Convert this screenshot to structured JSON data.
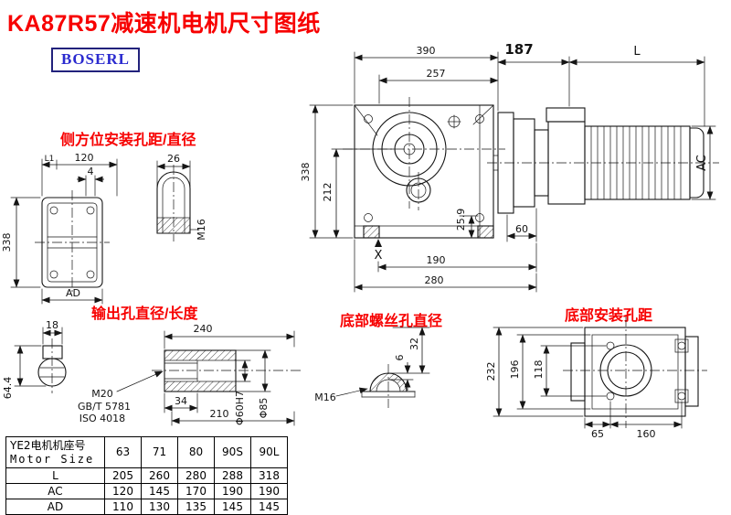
{
  "page": {
    "title": "KA87R57减速机电机尺寸图纸",
    "brand": "BOSERL"
  },
  "sections": {
    "side_mount_label": "侧方位安装孔距/直径",
    "output_label": "输出孔直径/长度",
    "bottom_screw_label": "底部螺丝孔直径",
    "bottom_mount_label": "底部安装孔距"
  },
  "main_view": {
    "dim_390": "390",
    "dim_257": "257",
    "dim_187": "187",
    "dim_L": "L",
    "dim_338": "338",
    "dim_212": "212",
    "dim_AC": "AC",
    "dim_259": "25.9",
    "dim_60": "60",
    "dim_190": "190",
    "dim_280": "280",
    "dim_X": "X"
  },
  "side_view": {
    "dim_L1": "L1",
    "dim_120": "120",
    "dim_4": "4",
    "dim_338": "338",
    "dim_AD": "AD",
    "dim_26": "26",
    "dim_M16": "M16"
  },
  "output_view": {
    "dim_18": "18",
    "dim_644": "64.4",
    "dim_240": "240",
    "dim_34": "34",
    "dim_210": "210",
    "dim_M20": "M20",
    "std_gb": "GB/T 5781",
    "std_iso": "ISO 4018",
    "dim_d60": "Φ60H7",
    "dim_d85": "Φ85"
  },
  "bottom_screw_view": {
    "dim_32": "32",
    "dim_6": "6",
    "dim_M16": "M16"
  },
  "bottom_mount_view": {
    "dim_232": "232",
    "dim_196": "196",
    "dim_118": "118",
    "dim_65": "65",
    "dim_160": "160"
  },
  "table": {
    "header_line1": "YE2电机机座号",
    "header_line2": "Motor Size",
    "columns": [
      "63",
      "71",
      "80",
      "90S",
      "90L"
    ],
    "rows": [
      {
        "label": "L",
        "values": [
          "205",
          "260",
          "280",
          "288",
          "318"
        ]
      },
      {
        "label": "AC",
        "values": [
          "120",
          "145",
          "170",
          "190",
          "190"
        ]
      },
      {
        "label": "AD",
        "values": [
          "110",
          "130",
          "135",
          "145",
          "145"
        ]
      }
    ]
  }
}
